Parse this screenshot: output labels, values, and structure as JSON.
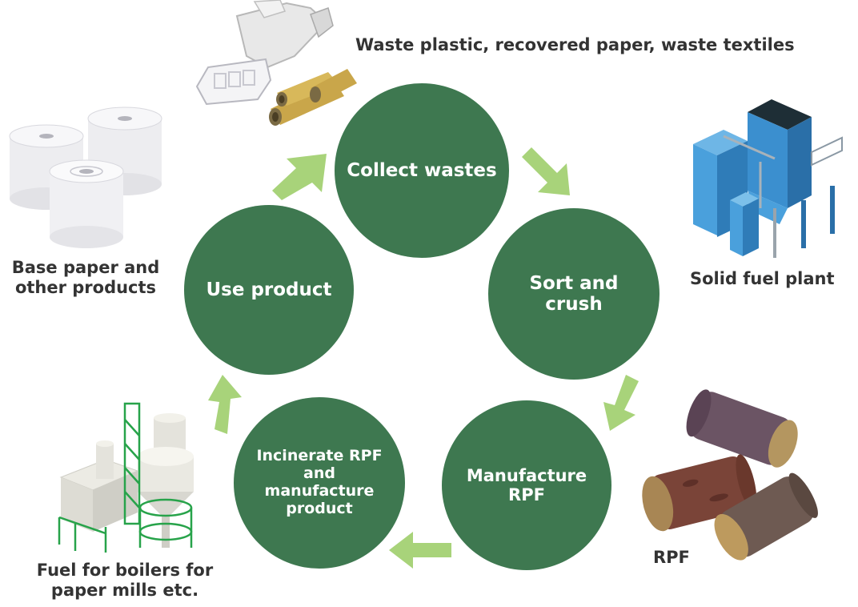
{
  "cycle_steps": [
    {
      "label": "Collect wastes"
    },
    {
      "label": "Sort and\ncrush"
    },
    {
      "label": "Manufacture\nRPF"
    },
    {
      "label": "Incinerate RPF\nand\nmanufacture\nproduct"
    },
    {
      "label": "Use product"
    }
  ],
  "side_labels": {
    "waste_inputs": "Waste plastic, recovered paper, waste textiles",
    "solid_fuel_plant": "Solid fuel plant",
    "rpf": "RPF",
    "fuel_for_boilers": "Fuel for boilers for\npaper mills etc.",
    "base_paper": "Base paper and\nother products"
  },
  "icons": {
    "waste_materials": "waste-materials-icon",
    "solid_fuel_plant": "solid-fuel-plant-icon",
    "rpf_pellets": "rpf-pellets-icon",
    "boiler_plant": "boiler-plant-icon",
    "paper_rolls": "paper-rolls-icon"
  },
  "colors": {
    "circle": "#3e7850",
    "arrow": "#a8d37a",
    "label_text": "#333333"
  }
}
